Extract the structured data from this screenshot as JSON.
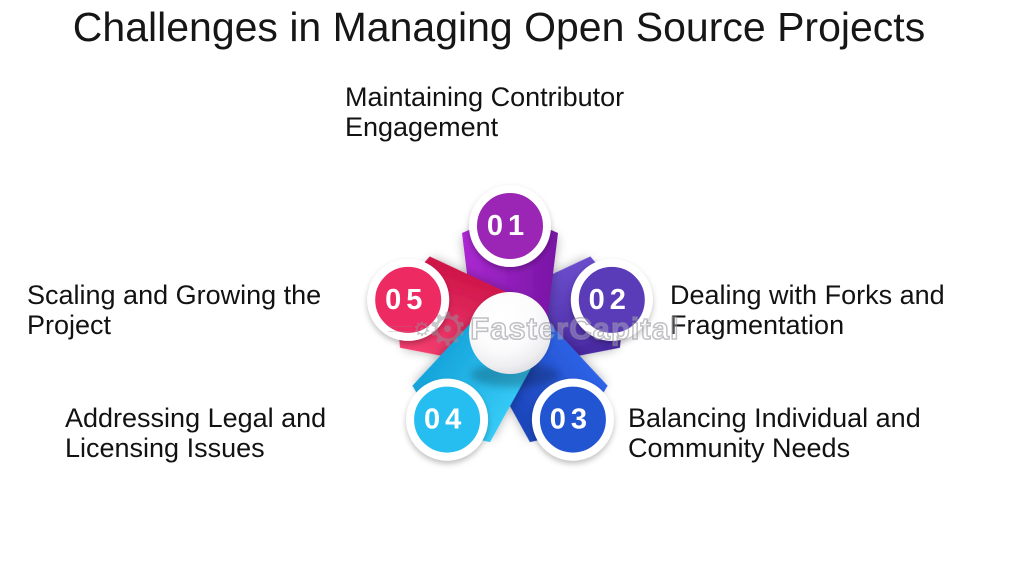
{
  "title": "Challenges in Managing Open Source Projects",
  "watermark": {
    "text": "FasterCapital",
    "gear_icon": "⚙"
  },
  "items": [
    {
      "number": "01",
      "label": "Maintaining Contributor Engagement",
      "label_lines": [
        "Maintaining Contributor",
        "Engagement"
      ],
      "color": "#9B27B5",
      "petal_light": "#AC29D2",
      "petal_dark": "#7714A4"
    },
    {
      "number": "02",
      "label": "Dealing with Forks and Fragmentation",
      "label_lines": [
        "Dealing with Forks and",
        "Fragmentation"
      ],
      "color": "#5A3AB8",
      "petal_light": "#6B4DCC",
      "petal_dark": "#47279F"
    },
    {
      "number": "03",
      "label": "Balancing Individual and Community Needs",
      "label_lines": [
        "Balancing Individual and",
        "Community Needs"
      ],
      "color": "#2355D2",
      "petal_light": "#2E63E8",
      "petal_dark": "#1B44B8"
    },
    {
      "number": "04",
      "label": "Addressing Legal and Licensing Issues",
      "label_lines": [
        "Addressing Legal and",
        "Licensing Issues"
      ],
      "color": "#27BEF0",
      "petal_light": "#36CBF7",
      "petal_dark": "#15A3DA"
    },
    {
      "number": "05",
      "label": "Scaling and Growing the Project",
      "label_lines": [
        "Scaling and Growing the",
        "Project"
      ],
      "color": "#EE2A62",
      "petal_light": "#F53E70",
      "petal_dark": "#CC1347"
    }
  ]
}
